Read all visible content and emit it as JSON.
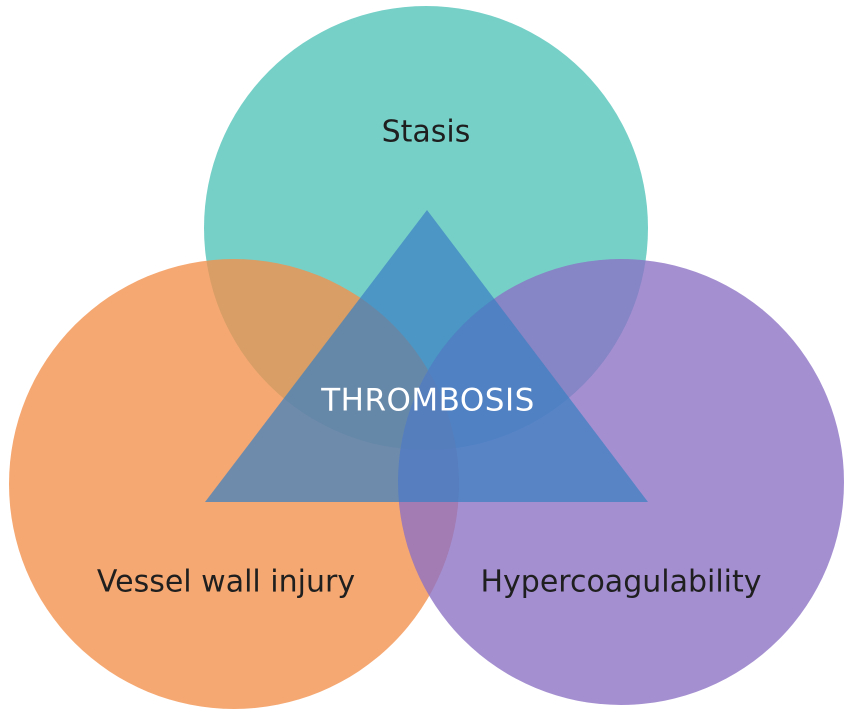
{
  "diagram": {
    "center_label": "THROMBOSIS",
    "circles": [
      {
        "key": "stasis",
        "label": "Stasis",
        "color": "#4fc3b8"
      },
      {
        "key": "vessel",
        "label": "Vessel wall injury",
        "color": "#f4904a"
      },
      {
        "key": "hyper",
        "label": "Hypercoagulability",
        "color": "#8b6fc4"
      }
    ],
    "triangle_color": "#3a7fc2"
  }
}
